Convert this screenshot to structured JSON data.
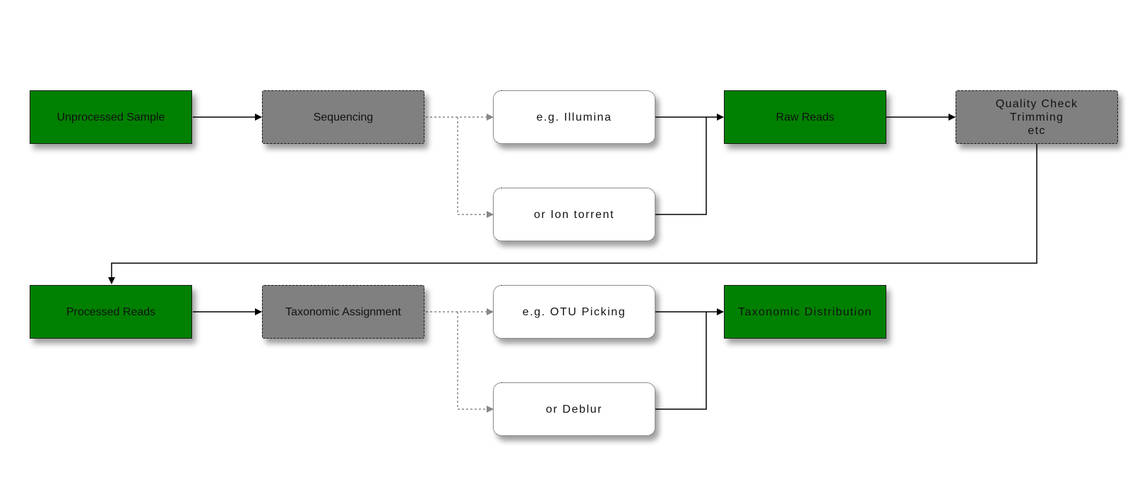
{
  "nodes": {
    "unprocessed_sample": "Unprocessed Sample",
    "sequencing": "Sequencing",
    "illumina": "e.g. Illumina",
    "ion_torrent": "or Ion torrent",
    "raw_reads": "Raw Reads",
    "quality_check": "Quality Check\nTrimming\netc",
    "processed_reads": "Processed Reads",
    "taxonomic_assignment": "Taxonomic Assignment",
    "otu_picking": "e.g. OTU Picking",
    "deblur": "or Deblur",
    "taxonomic_distribution": "Taxonomic Distribution"
  },
  "colors": {
    "artifact_fill": "#008000",
    "process_fill": "#808080",
    "option_fill": "#ffffff",
    "solid_connector": "#000000",
    "dotted_connector": "#888888"
  }
}
